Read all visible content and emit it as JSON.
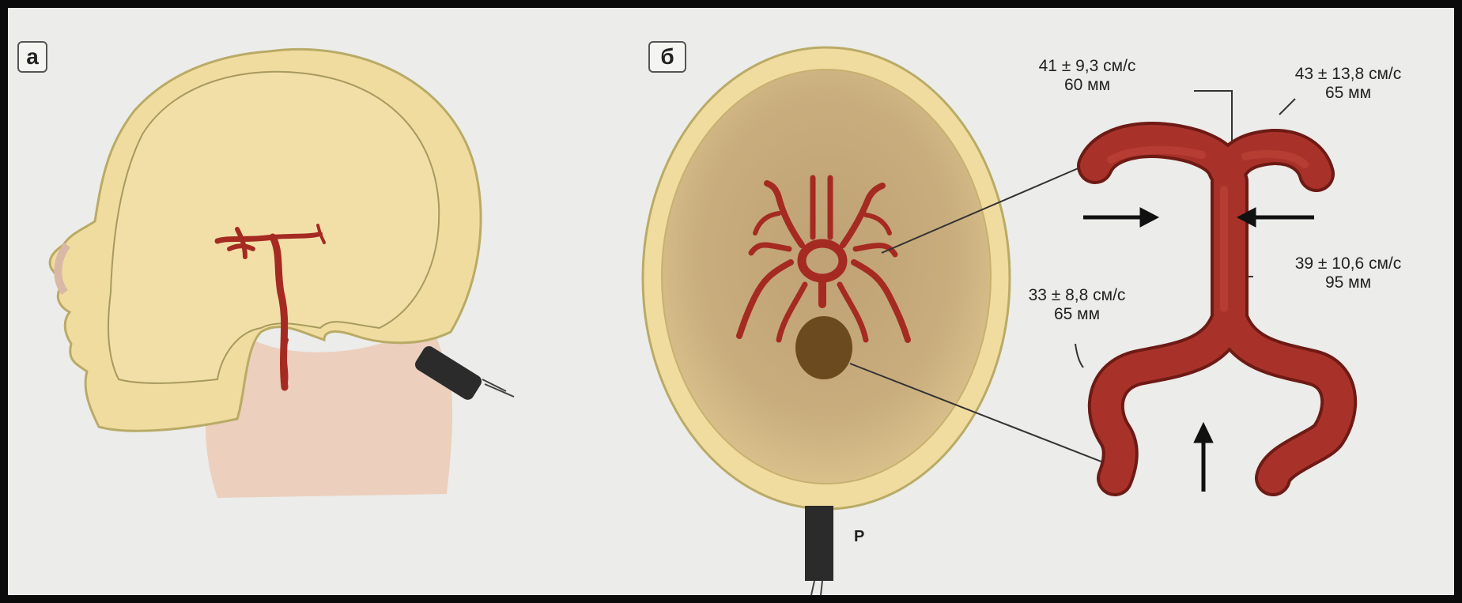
{
  "panels": {
    "a": {
      "letter": "а"
    },
    "b": {
      "letter": "б"
    }
  },
  "labels": {
    "top_left": {
      "speed": "41 ± 9,3 см/с",
      "depth": "60 мм"
    },
    "top_right": {
      "speed": "43 ± 13,8 см/с",
      "depth": "65 мм"
    },
    "mid_right": {
      "speed": "39 ± 10,6 см/с",
      "depth": "95 мм"
    },
    "mid_left": {
      "speed": "33 ± 8,8 см/с",
      "depth": "65 мм"
    }
  },
  "probe_label": "Р",
  "colors": {
    "background": "#ececea",
    "skin_head": "#f1dca0",
    "skin_neck": "#eccfbd",
    "skull_outline": "#b9ab66",
    "brain_base": "#c9ae7e",
    "artery": "#a52a22",
    "artery_dark": "#7a1d18",
    "probe": "#2b2b2b"
  }
}
